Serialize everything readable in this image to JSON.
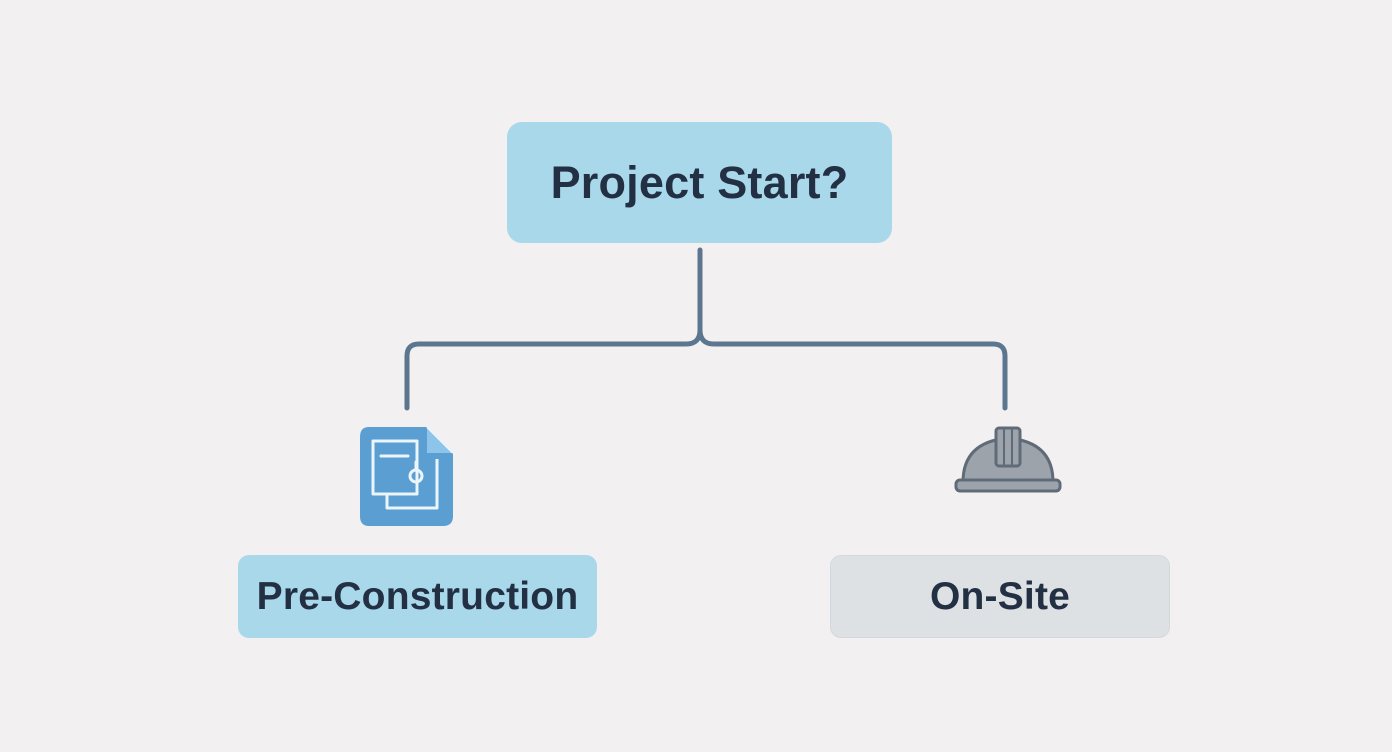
{
  "diagram": {
    "root": {
      "label": "Project Start?"
    },
    "branches": [
      {
        "label": "Pre-Construction",
        "icon": "document-icon",
        "color": "#a8d8ea"
      },
      {
        "label": "On-Site",
        "icon": "hard-hat-icon",
        "color": "#dde1e4"
      }
    ],
    "connector_color": "#5d7690"
  }
}
